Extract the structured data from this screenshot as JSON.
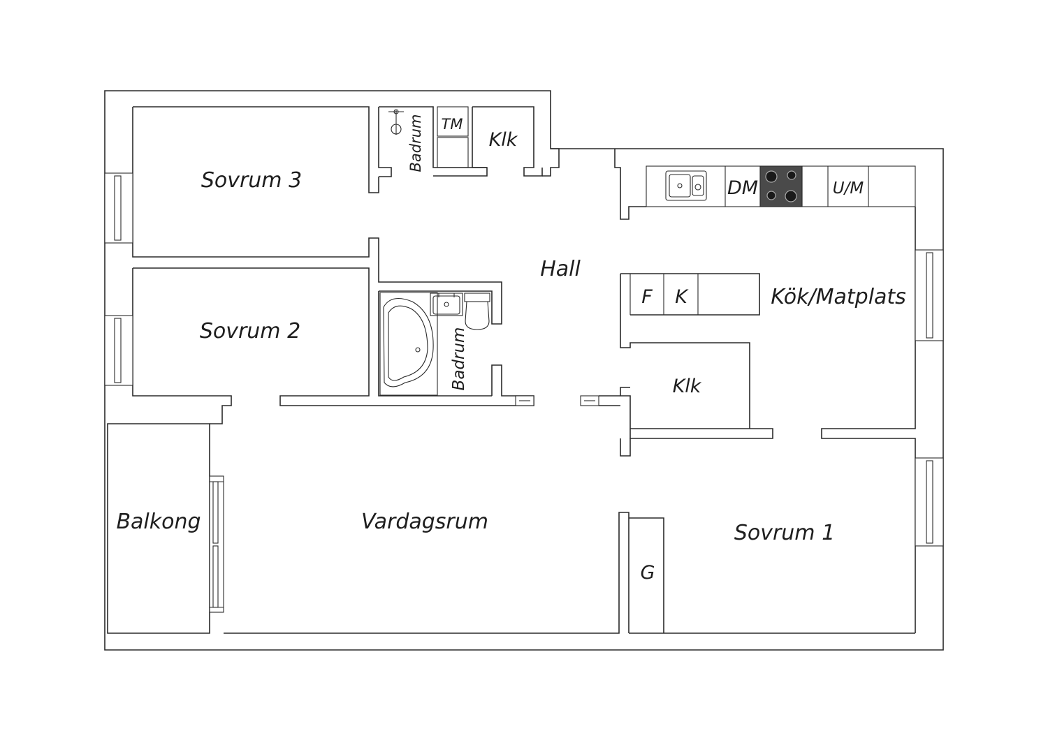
{
  "rooms": {
    "sovrum3": "Sovrum 3",
    "sovrum2": "Sovrum 2",
    "sovrum1": "Sovrum 1",
    "hall": "Hall",
    "kok": "Kök/Matplats",
    "vardagsrum": "Vardagsrum",
    "balkong": "Balkong",
    "badrum_top": "Badrum",
    "badrum_mid": "Badrum",
    "klk_top": "Klk",
    "klk_mid": "Klk",
    "tm": "TM",
    "dm": "DM",
    "um": "U/M",
    "f": "F",
    "k": "K",
    "g": "G"
  },
  "colors": {
    "wall_stroke": "#2a2a2a",
    "stove": "#4a4a4a",
    "background": "#ffffff"
  },
  "icons": [
    "shower-icon",
    "sink-icon",
    "stove-icon",
    "bathtub-icon",
    "toilet-icon",
    "washbasin-icon"
  ]
}
